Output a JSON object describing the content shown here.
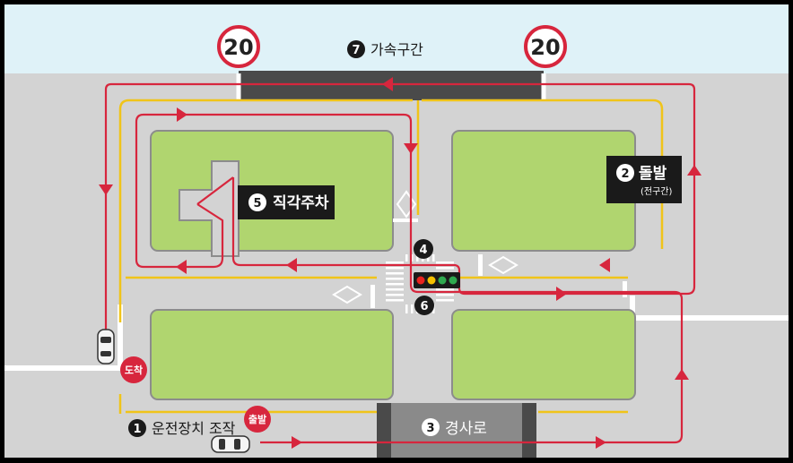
{
  "speed_limit_signs": [
    {
      "value": "20"
    },
    {
      "value": "20"
    }
  ],
  "sections": [
    {
      "num": "1",
      "label": "운전장치 조작"
    },
    {
      "num": "2",
      "label": "돌발",
      "sub": "(전구간)"
    },
    {
      "num": "3",
      "label": "경사로"
    },
    {
      "num": "4",
      "label": ""
    },
    {
      "num": "5",
      "label": "직각주차"
    },
    {
      "num": "6",
      "label": ""
    },
    {
      "num": "7",
      "label": "가속구간"
    }
  ],
  "badges": {
    "start": "출발",
    "arrival": "도착"
  },
  "traffic_light": {
    "lights": [
      "#e8231f",
      "#f5c000",
      "#2fa84f",
      "#2fa84f"
    ]
  },
  "colors": {
    "sky": "#dff2f8",
    "asphalt": "#d3d3d3",
    "grass": "#b0d56f",
    "route": "#d7263d",
    "lane": "#f0c419",
    "label_bg": "#1a1a1a",
    "dark_zone": "#4a4a4a"
  }
}
